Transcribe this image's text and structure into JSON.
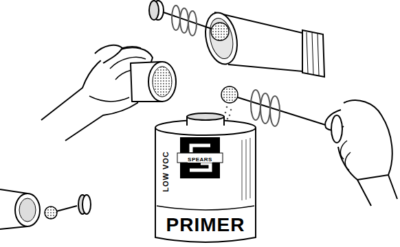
{
  "diagram": {
    "labels": [
      "LOW VOC",
      "SPEARS",
      "PRIMER"
    ]
  }
}
